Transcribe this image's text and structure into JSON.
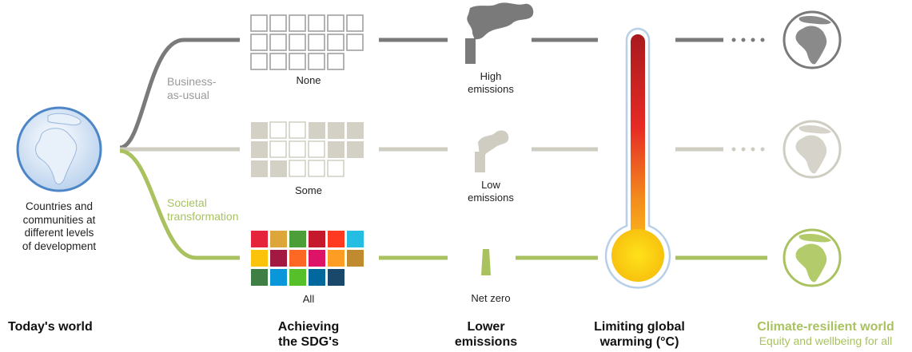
{
  "start": {
    "label_lines": [
      "Countries and",
      "communities at",
      "different levels",
      "of development"
    ]
  },
  "pathways": [
    {
      "label_lines": [
        "Business-",
        "as-usual"
      ],
      "sdg_label": "None",
      "emissions_lines": [
        "High",
        "emissions"
      ],
      "color": "#7a7a7a"
    },
    {
      "label_lines": [],
      "sdg_label": "Some",
      "emissions_lines": [
        "Low",
        "emissions"
      ],
      "color": "#cfcdc2"
    },
    {
      "label_lines": [
        "Societal",
        "transformation"
      ],
      "sdg_label": "All",
      "emissions_lines": [
        "Net zero"
      ],
      "color": "#a9c25f"
    }
  ],
  "sdg_colors": [
    "#e5243b",
    "#dda63a",
    "#4c9f38",
    "#c5192d",
    "#ff3a21",
    "#26bde2",
    "#fcc30b",
    "#a21942",
    "#fd6925",
    "#dd1367",
    "#fd9d24",
    "#bf8b2e",
    "#3f7e44",
    "#0a97d9",
    "#56c02b",
    "#00689d",
    "#19486a"
  ],
  "columns": {
    "today": "Today's world",
    "sdgs": [
      "Achieving",
      "the SDG's"
    ],
    "emissions": [
      "Lower",
      "emissions"
    ],
    "warming": [
      "Limiting global",
      "warming (°C)"
    ],
    "resilient_title": "Climate-resilient world",
    "resilient_subtitle": "Equity and wellbeing for all"
  },
  "colors": {
    "resilient": "#a9c25f",
    "thermo_top": "#b61c1c",
    "thermo_mid": "#e83023",
    "thermo_low": "#f28a1e",
    "thermo_bulb": "#ffd21a"
  }
}
